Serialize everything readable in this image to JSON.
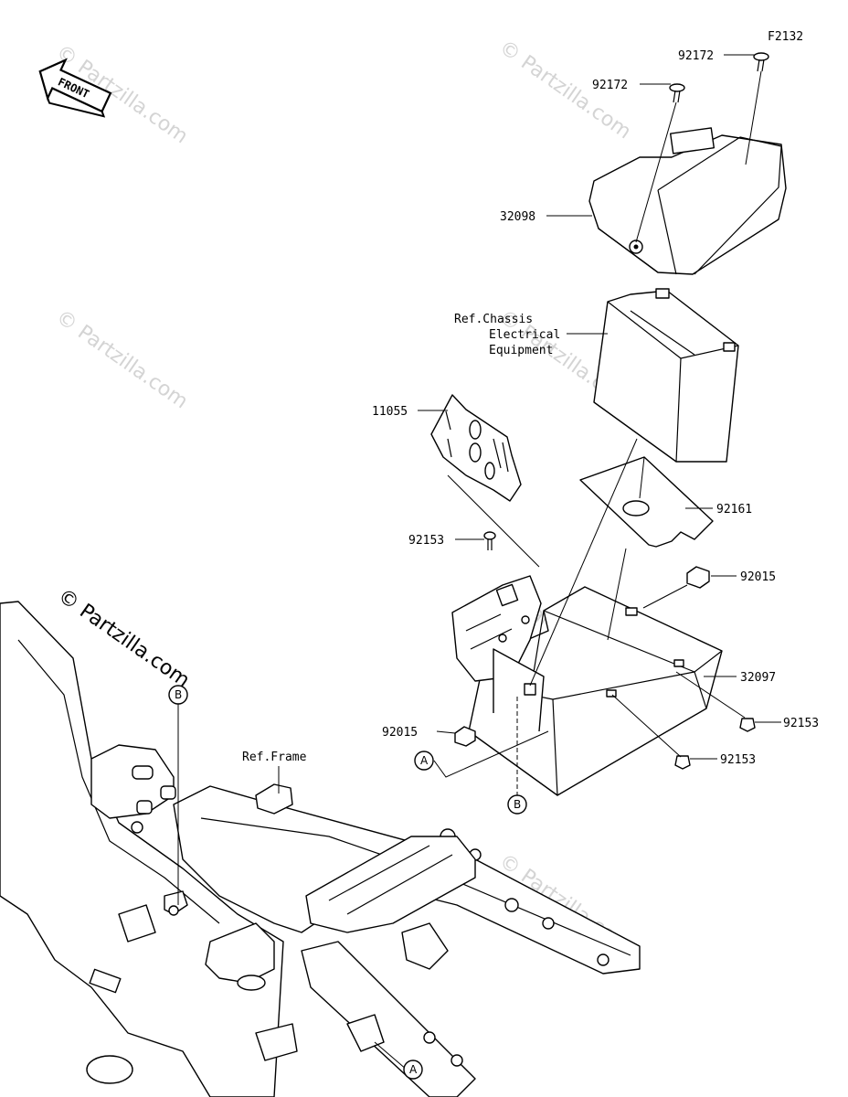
{
  "diagram_id": "F2132",
  "front_arrow": "FRONT",
  "watermark": "© Partzilla.com",
  "watermark_strong": "© Partzilla.com",
  "parts": {
    "p92172_a": "92172",
    "p92172_b": "92172",
    "p32098": "32098",
    "p11055": "11055",
    "p92161": "92161",
    "p92153_a": "92153",
    "p92015_a": "92015",
    "p32097": "32097",
    "p92153_b": "92153",
    "p92153_c": "92153",
    "p92015_b": "92015"
  },
  "refs": {
    "chassis_line1": "Ref.Chassis",
    "chassis_line2": "Electrical",
    "chassis_line3": "Equipment",
    "frame": "Ref.Frame"
  },
  "markers": {
    "a1": "A",
    "a2": "A",
    "b1": "B",
    "b2": "B"
  },
  "colors": {
    "line": "#000000",
    "watermark": "#d4d4d4"
  }
}
